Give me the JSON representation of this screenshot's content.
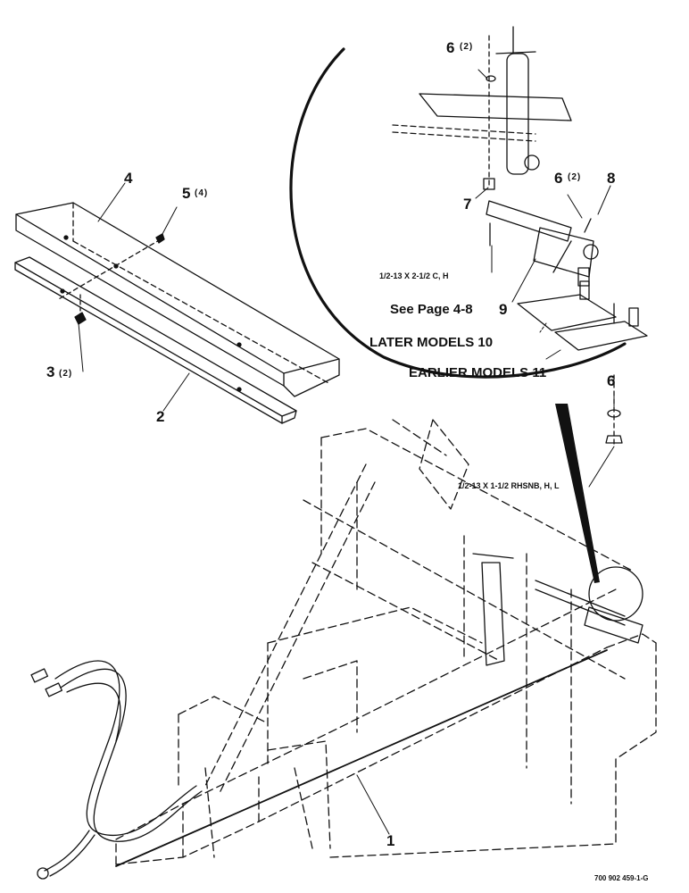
{
  "callouts": {
    "c1": "1",
    "c2": "2",
    "c3": "3",
    "c4": "4",
    "c5": "5",
    "c6_top": "6",
    "c6_mid": "6",
    "c6_low": "6",
    "c7": "7",
    "c8": "8",
    "c9": "9"
  },
  "quantities": {
    "q5": "(4)",
    "q3": "(2)",
    "q6_top": "(2)",
    "q6_mid": "(2)"
  },
  "specs": {
    "bolt_upper": "1/2-13 X 2-1/2 C, H",
    "bolt_lower": "1/2-13 X 1-1/2 RHSNB, H, L"
  },
  "notes": {
    "see_page": "See Page 4-8",
    "later_models": "LATER MODELS 10",
    "earlier_models": "EARLIER MODELS 11"
  },
  "reference_number": "700 902 459-1-G"
}
